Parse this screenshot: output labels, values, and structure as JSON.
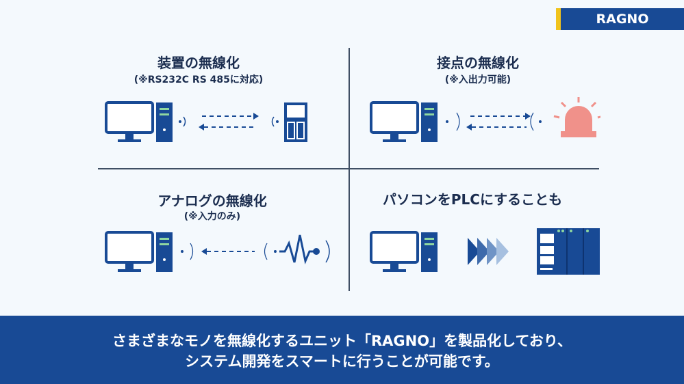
{
  "brand": "RAGNO",
  "quadrants": [
    {
      "title": "装置の無線化",
      "subtitle": "(※RS232C RS 485に対応)"
    },
    {
      "title": "接点の無線化",
      "subtitle": "(※入出力可能)"
    },
    {
      "title": "アナログの無線化",
      "subtitle": "(※入力のみ)"
    },
    {
      "title": "パソコンをPLCにすることも",
      "subtitle": ""
    }
  ],
  "footer": {
    "line1": "さまざまなモノを無線化するユニット「RAGNO」を製品化しており、",
    "line2": "システム開発をスマートに行うことが可能です。"
  },
  "colors": {
    "navy": "#184a95",
    "accent": "#f0c31c",
    "green": "#8fd7a0",
    "alarm": "#f0918a",
    "background": "#f4f9fd"
  }
}
